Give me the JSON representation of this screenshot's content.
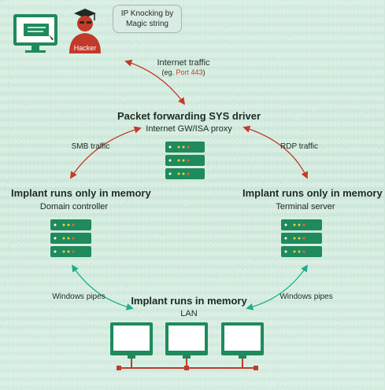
{
  "bubble": {
    "line1": "IP Knocking by",
    "line2": "Magic string"
  },
  "hacker_label": "Hacker",
  "internet": {
    "label": "Internet traffic",
    "sub_prefix": "(eg. ",
    "port": "Port 443",
    "sub_suffix": ")"
  },
  "gateway": {
    "title": "Packet forwarding SYS driver",
    "subtitle": "Internet GW/ISA proxy"
  },
  "smb_label": "SMB traffic",
  "rdp_label": "RDP traffic",
  "left_node": {
    "title": "Implant runs only in memory",
    "subtitle": "Domain controller"
  },
  "right_node": {
    "title": "Implant runs only in memory",
    "subtitle": "Terminal server"
  },
  "pipes_left": "Windows pipes",
  "pipes_right": "Windows pipes",
  "lan_node": {
    "title": "Implant runs in memory",
    "subtitle": "LAN"
  },
  "colors": {
    "server": "#1f8a5b",
    "arrow": "#c23a2a",
    "teal": "#1fae8a"
  }
}
